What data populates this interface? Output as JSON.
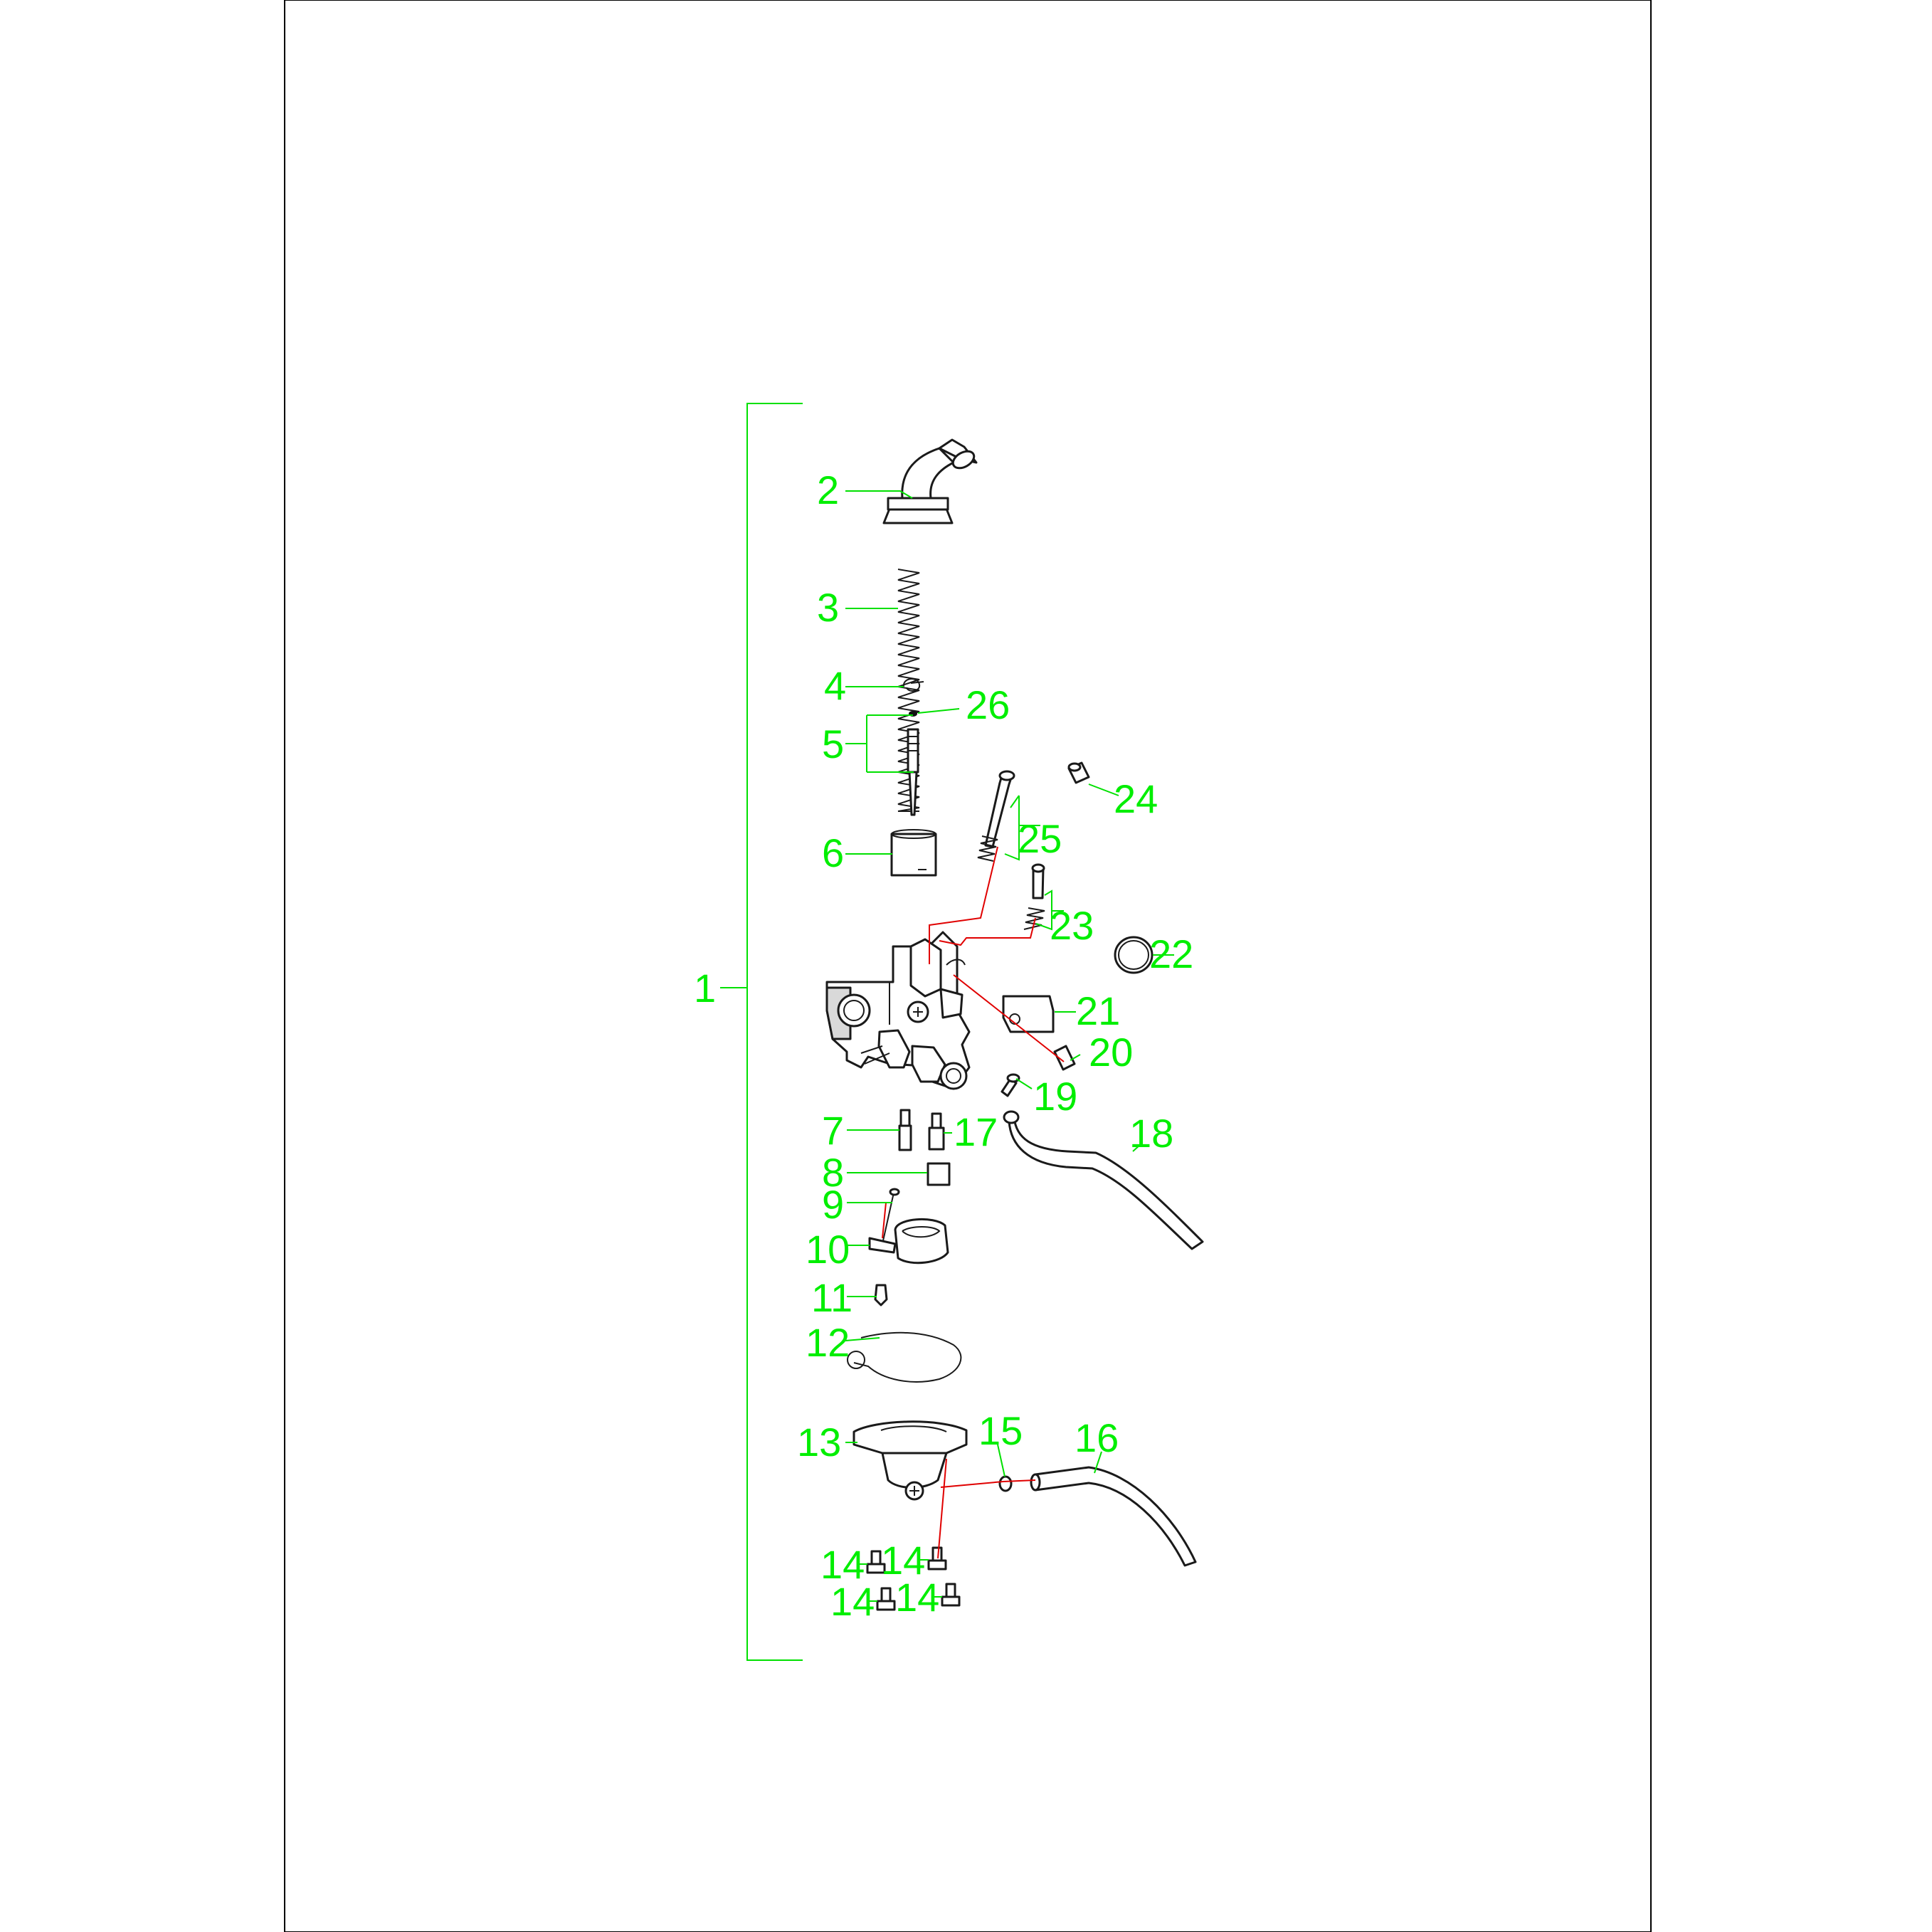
{
  "diagram": {
    "type": "exploded parts diagram",
    "colors": {
      "callout": "#00ee00",
      "leader": "#00e000",
      "assembly_line": "#e00000",
      "part_outline": "#1a1a1a",
      "frame": "#000000"
    },
    "callouts": [
      {
        "id": "c1",
        "text": "1"
      },
      {
        "id": "c2",
        "text": "2"
      },
      {
        "id": "c3",
        "text": "3"
      },
      {
        "id": "c4",
        "text": "4"
      },
      {
        "id": "c5",
        "text": "5"
      },
      {
        "id": "c6",
        "text": "6"
      },
      {
        "id": "c7",
        "text": "7"
      },
      {
        "id": "c8",
        "text": "8"
      },
      {
        "id": "c9",
        "text": "9"
      },
      {
        "id": "c10",
        "text": "10"
      },
      {
        "id": "c11",
        "text": "11"
      },
      {
        "id": "c12",
        "text": "12"
      },
      {
        "id": "c13",
        "text": "13"
      },
      {
        "id": "c14a",
        "text": "14"
      },
      {
        "id": "c14b",
        "text": "14"
      },
      {
        "id": "c14c",
        "text": "14"
      },
      {
        "id": "c14d",
        "text": "14"
      },
      {
        "id": "c15",
        "text": "15"
      },
      {
        "id": "c16",
        "text": "16"
      },
      {
        "id": "c17",
        "text": "17"
      },
      {
        "id": "c18",
        "text": "18"
      },
      {
        "id": "c19",
        "text": "19"
      },
      {
        "id": "c20",
        "text": "20"
      },
      {
        "id": "c21",
        "text": "21"
      },
      {
        "id": "c22",
        "text": "22"
      },
      {
        "id": "c23",
        "text": "23"
      },
      {
        "id": "c24",
        "text": "24"
      },
      {
        "id": "c25",
        "text": "25"
      },
      {
        "id": "c26",
        "text": "26"
      }
    ]
  }
}
